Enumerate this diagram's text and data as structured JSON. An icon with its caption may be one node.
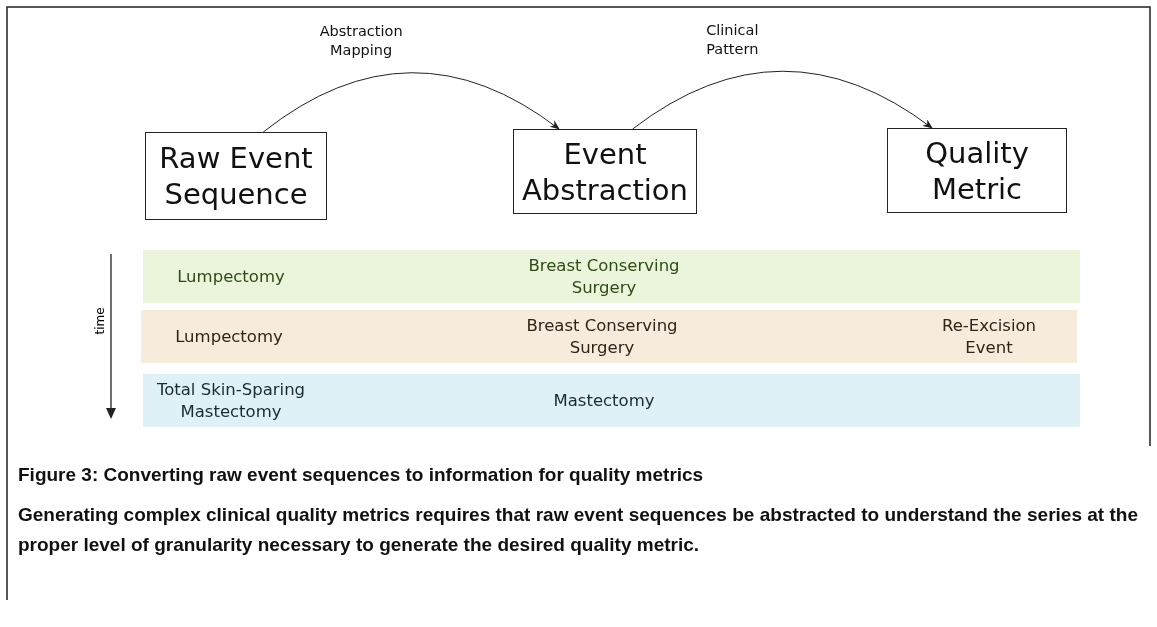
{
  "diagram": {
    "caption": "Figure 3: Converting raw event sequences to information for quality metrics",
    "nodes": [
      {
        "text": [
          "Raw Event Sequence"
        ]
      },
      {
        "text": [
          "Event Abstraction"
        ]
      },
      {
        "text": [
          "Quality Metric"
        ]
      },
      {
        "text": [
          "Lumpectomy",
          "Breast Conserving Surgery"
        ]
      },
      {
        "text": [
          "Lumpectomy",
          "Breast Conserving Surgery",
          "Re-Excision Event"
        ]
      },
      {
        "text": [
          "Total Skin-Sparing Mastectomy",
          "Mastectomy"
        ]
      }
    ],
    "edges": [
      {
        "from": 0,
        "to": 1,
        "arrow": "to",
        "label": "Abstraction Mapping"
      },
      {
        "from": 1,
        "to": 2,
        "arrow": "to",
        "label": "Clinical Pattern"
      }
    ],
    "labels": [
      "time",
      "Generating complex clinical quality metrics requires that raw event sequences be abstracted to understand the series at the proper level of granularity necessary to generate the desired quality metric."
    ]
  }
}
